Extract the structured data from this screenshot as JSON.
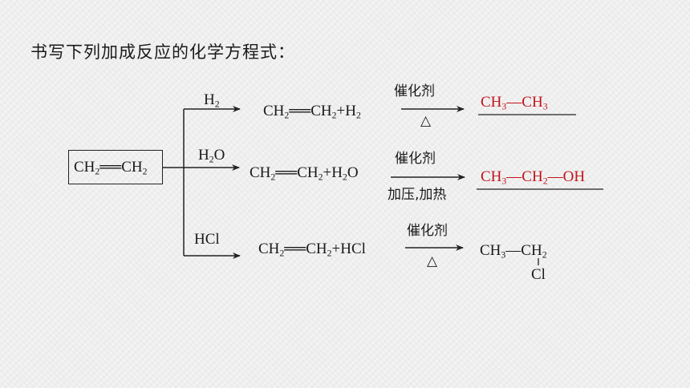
{
  "heading": "书写下列加成反应的化学方程式：",
  "reactant_box": {
    "parts": [
      "CH",
      "2",
      "══CH",
      "2"
    ]
  },
  "branches": [
    {
      "reagent": {
        "parts": [
          "H",
          "2"
        ]
      },
      "equation": {
        "parts": [
          "CH",
          "2",
          "══CH",
          "2",
          "+H",
          "2"
        ]
      },
      "condition_above": "催化剂",
      "condition_below_icon": "triangle-heat-icon",
      "condition_below": "△",
      "product": {
        "parts": [
          "CH",
          "3",
          "—CH",
          "3"
        ]
      }
    },
    {
      "reagent": {
        "parts": [
          "H",
          "2",
          "O"
        ]
      },
      "equation": {
        "parts": [
          "CH",
          "2",
          "══CH",
          "2",
          "+H",
          "2",
          "O"
        ]
      },
      "condition_above": "催化剂",
      "condition_below": "加压,加热",
      "product": {
        "parts": [
          "CH",
          "3",
          "—CH",
          "2",
          "—OH"
        ]
      }
    },
    {
      "reagent": {
        "parts": [
          "HCl"
        ]
      },
      "equation": {
        "parts": [
          "CH",
          "2",
          "══CH",
          "2",
          "+HCl"
        ]
      },
      "condition_above": "催化剂",
      "condition_below": "△",
      "product": {
        "main": [
          "CH",
          "3",
          "—CH",
          "2"
        ],
        "substituent": "Cl"
      }
    }
  ],
  "colors": {
    "answer": "#c0141c",
    "text": "#1a1a1a",
    "background": "#efefef"
  }
}
